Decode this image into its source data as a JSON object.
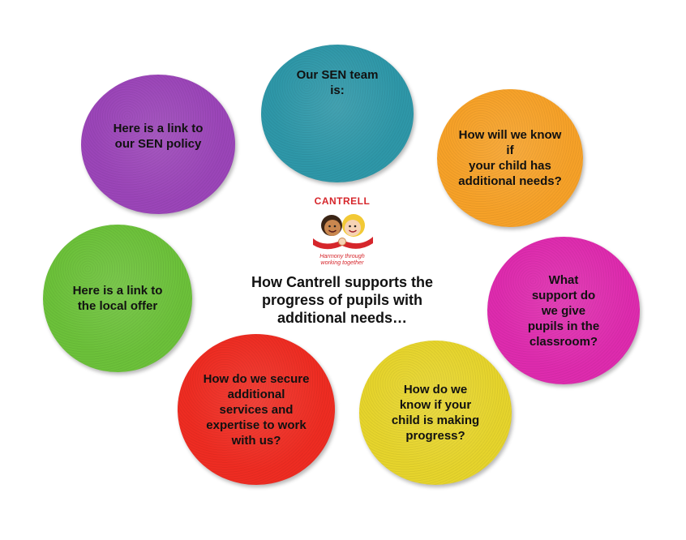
{
  "center": {
    "title": "How Cantrell supports the\nprogress of pupils with\nadditional needs…",
    "logo": {
      "name": "CANTRELL",
      "tagline_line1": "Harmony through",
      "tagline_line2": "working together"
    }
  },
  "circles": {
    "team": {
      "label": "Our SEN team\nis:",
      "color": "#2E97A8"
    },
    "policy": {
      "label": "Here is a link to\nour SEN policy",
      "color": "#9B45B8"
    },
    "know": {
      "label": "How will we know if\nyour child has\nadditional needs?",
      "color": "#F6A128"
    },
    "offer": {
      "label": "Here is a link to\nthe local offer",
      "color": "#6CC13A"
    },
    "support": {
      "label": "What\nsupport do\nwe give\npupils in the\nclassroom?",
      "color": "#DE2BAE"
    },
    "secure": {
      "label": "How do we secure\nadditional\nservices and\nexpertise to work\nwith us?",
      "color": "#EE2C22"
    },
    "progress": {
      "label": "How do we\nknow if your\nchild is making\nprogress?",
      "color": "#E6D42C"
    }
  },
  "colors": {
    "logo_red": "#D6262B",
    "logo_text": "#D6262B"
  }
}
